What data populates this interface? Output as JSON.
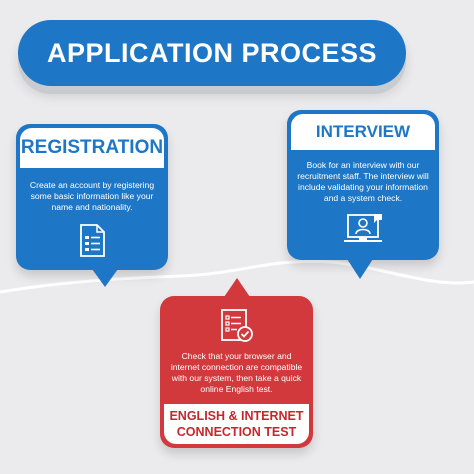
{
  "header": {
    "title": "APPLICATION PROCESS"
  },
  "steps": {
    "registration": {
      "title": "REGISTRATION",
      "description": "Create an account by registering some basic information like your name and nationality.",
      "icon": "form-document-icon"
    },
    "interview": {
      "title": "INTERVIEW",
      "description": "Book for an interview with our recruitment staff. The interview will include validating your information and a system check.",
      "icon": "video-call-icon"
    },
    "english_test": {
      "title_line1": "ENGLISH & INTERNET",
      "title_line2": "CONNECTION TEST",
      "description": "Check that your browser and internet connection are compatible with our system, then take a quick online English test.",
      "icon": "checklist-icon"
    }
  },
  "colors": {
    "blue": "#1e77c6",
    "red": "#d1393d",
    "background": "#ebebed"
  }
}
